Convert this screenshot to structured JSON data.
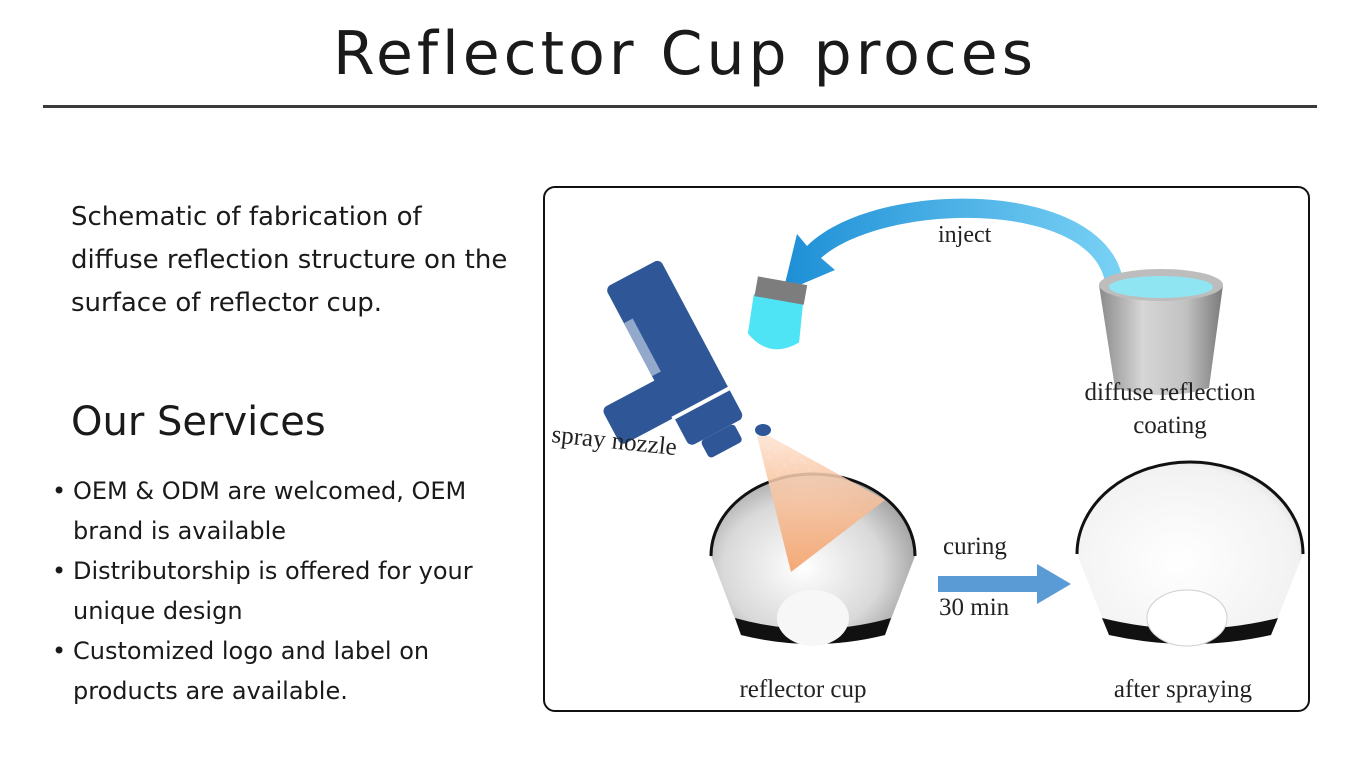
{
  "header": {
    "title": "Reflector Cup process"
  },
  "description": "Schematic of fabrication of diffuse reflection structure on the surface of reflector cup.",
  "services": {
    "heading": "Our Services",
    "items": [
      "OEM & ODM are welcomed, OEM brand is available",
      "Distributorship is offered for your unique design",
      " Customized logo and label on products are available."
    ]
  },
  "diagram": {
    "labels": {
      "inject": "inject",
      "spray_nozzle": "spray nozzle",
      "coating_line1": "diffuse reflection",
      "coating_line2": "coating",
      "curing": "curing",
      "cure_time": "30 min",
      "reflector_cup": "reflector cup",
      "after_spraying": "after spraying"
    },
    "colors": {
      "gun": "#2f5797",
      "liquid": "#7fe3f0",
      "arrow": "#3aa8dc",
      "curing_arrow": "#5b9bd5",
      "spray": "#f4a06a"
    }
  }
}
